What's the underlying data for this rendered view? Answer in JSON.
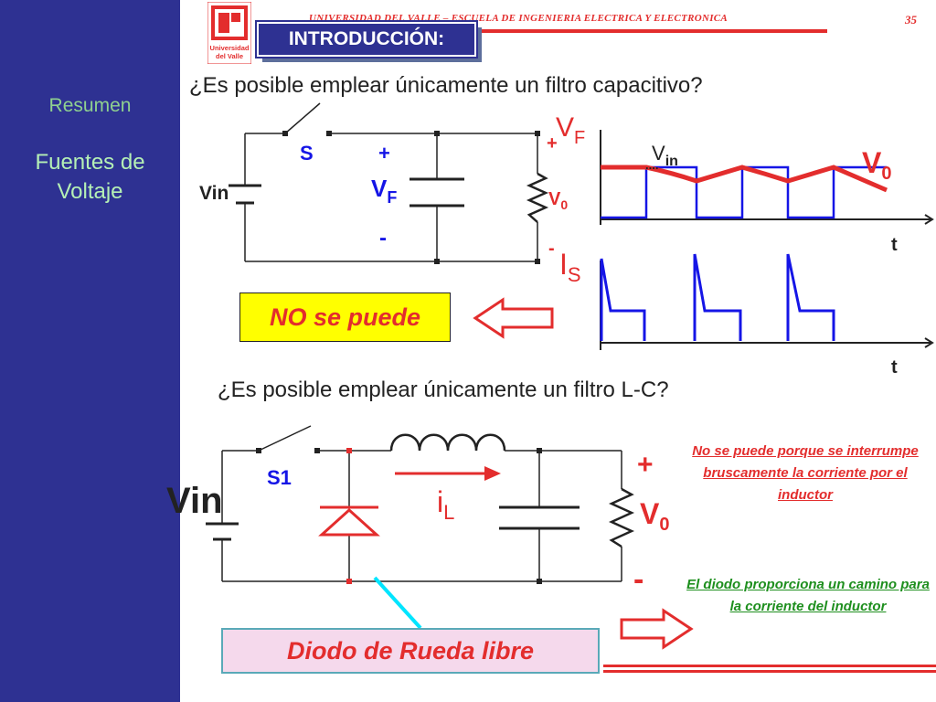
{
  "header": {
    "university_text": "UNIVERSIDAD DEL VALLE – ESCUELA DE INGENIERIA ELECTRICA Y ELECTRONICA",
    "page_number": "35",
    "logo_text_1": "Universidad",
    "logo_text_2": "del Valle"
  },
  "sidebar": {
    "item_1": "Resumen",
    "item_2_line1": "Fuentes de",
    "item_2_line2": "Voltaje"
  },
  "title_box": "INTRODUCCIÓN:",
  "question_1": "¿Es posible emplear únicamente un filtro capacitivo?",
  "question_2": "¿Es posible emplear únicamente un filtro L-C?",
  "no_se_puede": "NO se puede",
  "diodo_label": "Diodo de Rueda libre",
  "note_1": "No se puede porque se interrumpe bruscamente la corriente por el inductor",
  "note_2": "El diodo proporciona un camino para la corriente del inductor",
  "circuit1": {
    "vin": "Vin",
    "switch": "S",
    "plus": "+",
    "minus": "-",
    "vf_main": "V",
    "vf_sub": "F",
    "v0_main": "V",
    "v0_sub": "0"
  },
  "waveform1": {
    "vf_main": "V",
    "vf_sub": "F",
    "plus": "+",
    "minus": "-",
    "vin_dots": "....",
    "vin_main": "V",
    "vin_sub": "in",
    "v0_main": "V",
    "v0_sub": "0",
    "t": "t"
  },
  "waveform2": {
    "is_main": "I",
    "is_sub": "S",
    "t": "t"
  },
  "circuit2": {
    "vin": "Vin",
    "switch": "S1",
    "il_main": "i",
    "il_sub": "L",
    "plus": "+",
    "minus": "-",
    "v0_main": "V",
    "v0_sub": "0"
  },
  "colors": {
    "sidebar": "#2e3192",
    "accent_red": "#e32d2d",
    "wave_blue": "#1515e6",
    "note_green": "#1e8f1e",
    "highlight_yellow": "#ffff00"
  }
}
